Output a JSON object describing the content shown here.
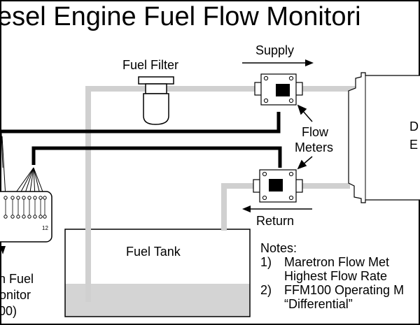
{
  "title": "esel Engine Fuel Flow Monitori",
  "labels": {
    "supply": "Supply",
    "fuel_filter": "Fuel Filter",
    "flow_meters_line1": "Flow",
    "flow_meters_line2": "Meters",
    "return": "Return",
    "fuel_tank": "Fuel Tank",
    "engine_fragment_1": "D",
    "engine_fragment_2": "E",
    "monitor_line1": "n Fuel",
    "monitor_line2": "onitor",
    "monitor_line3": "00)",
    "monitor_pin": "12"
  },
  "notes": {
    "heading": "Notes:",
    "items": [
      {
        "num": "1)",
        "line1": "Maretron Flow Met",
        "line2": "Highest Flow Rate"
      },
      {
        "num": "2)",
        "line1": "FFM100 Operating M",
        "line2": "“Differential”"
      }
    ]
  },
  "colors": {
    "pipe": "#d0d0d0",
    "cable": "#000000",
    "tank_fuel": "#d4d4d4"
  }
}
